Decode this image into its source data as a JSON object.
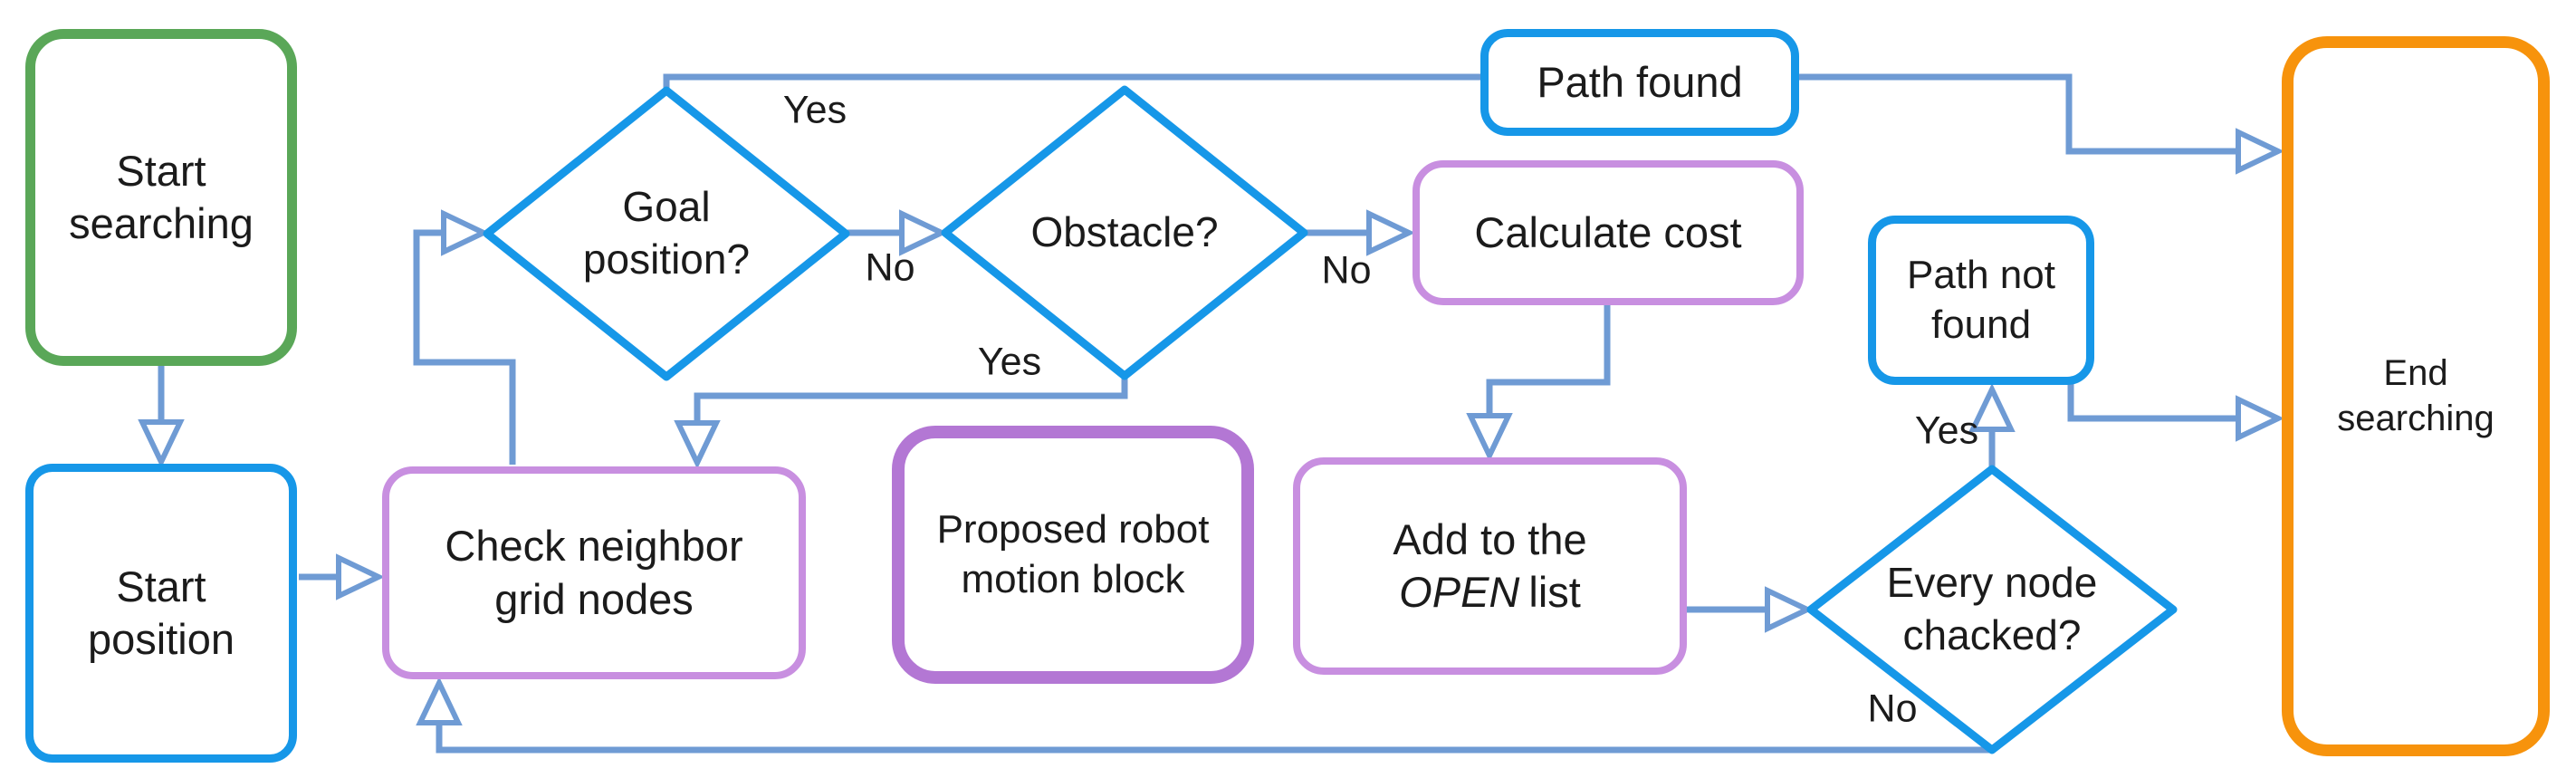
{
  "colors": {
    "connector": "#6f9bd4",
    "node_blue": "#1697e8",
    "purple_light": "#c88fe0",
    "purple_bold": "#b377d4",
    "green": "#5aa758",
    "orange": "#f7930c",
    "text": "#1b1b1b"
  },
  "nodes": {
    "start_searching": {
      "line1": "Start",
      "line2": "searching",
      "border_color": "#5aa758"
    },
    "start_position": {
      "line1": "Start",
      "line2": "position",
      "border_color": "#1697e8"
    },
    "check_neighbor": {
      "line1": "Check neighbor",
      "line2": "grid nodes",
      "border_color": "#c88fe0"
    },
    "proposed_robot": {
      "line1": "Proposed robot",
      "line2": "motion block",
      "border_color": "#b377d4"
    },
    "add_open": {
      "line1": "Add to the",
      "line2_italic": "OPEN",
      "line2_rest": "list",
      "border_color": "#c88fe0"
    },
    "calculate_cost": {
      "line1": "Calculate cost",
      "border_color": "#c88fe0"
    },
    "path_found": {
      "line1": "Path found",
      "border_color": "#1697e8"
    },
    "path_not_found": {
      "line1": "Path not",
      "line2": "found",
      "border_color": "#1697e8"
    },
    "end_searching": {
      "line1": "End",
      "line2": "searching",
      "border_color": "#f7930c"
    }
  },
  "diamonds": {
    "goal_position": {
      "line1": "Goal",
      "line2": "position?",
      "border_color": "#1697e8"
    },
    "obstacle": {
      "line1": "Obstacle?",
      "border_color": "#1697e8"
    },
    "every_node": {
      "line1": "Every node",
      "line2": "chacked?",
      "border_color": "#1697e8"
    }
  },
  "edge_labels": {
    "goal_yes": "Yes",
    "goal_no": "No",
    "obstacle_yes": "Yes",
    "obstacle_no": "No",
    "every_node_yes": "Yes",
    "every_node_no": "No"
  }
}
